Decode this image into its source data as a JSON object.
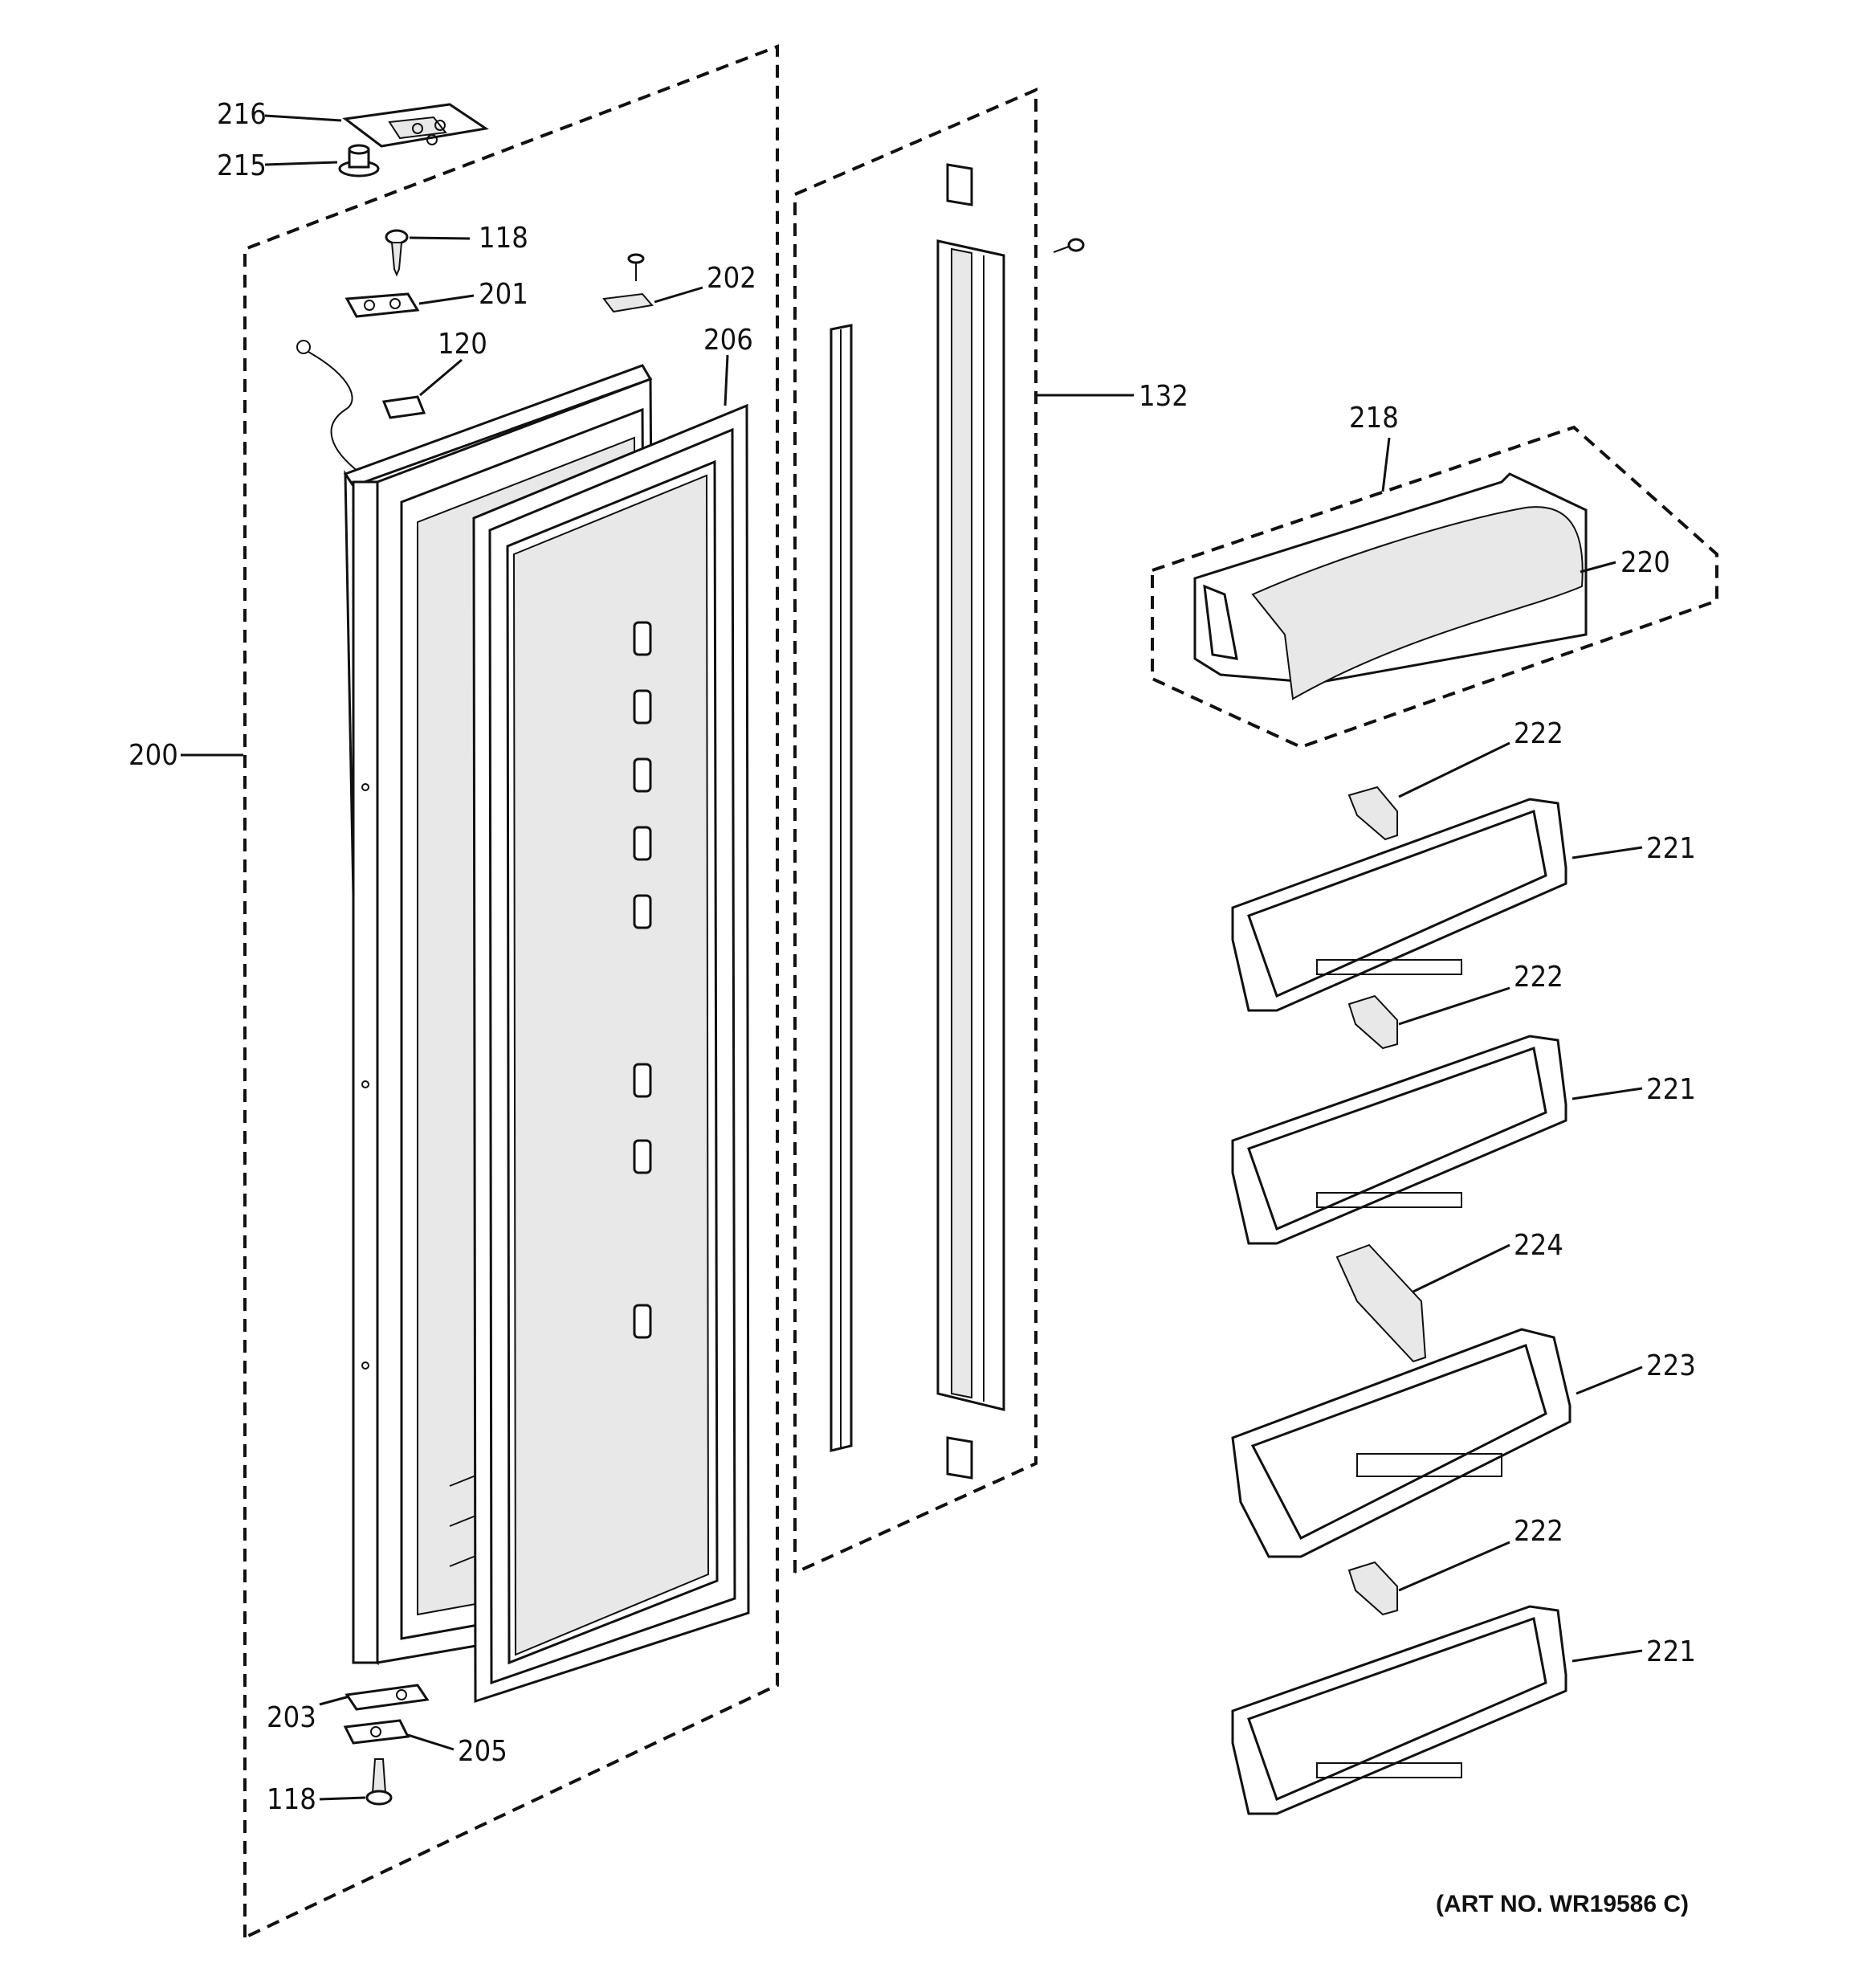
{
  "callouts": {
    "c216": "216",
    "c215": "215",
    "c118_top": "118",
    "c201": "201",
    "c202": "202",
    "c120": "120",
    "c206": "206",
    "c200": "200",
    "c132": "132",
    "c218": "218",
    "c220": "220",
    "c222_a": "222",
    "c221_a": "221",
    "c222_b": "222",
    "c221_b": "221",
    "c224": "224",
    "c223": "223",
    "c222_c": "222",
    "c221_c": "221",
    "c203": "203",
    "c205": "205",
    "c118_bottom": "118"
  },
  "art_number": "(ART NO. WR19586 C)"
}
